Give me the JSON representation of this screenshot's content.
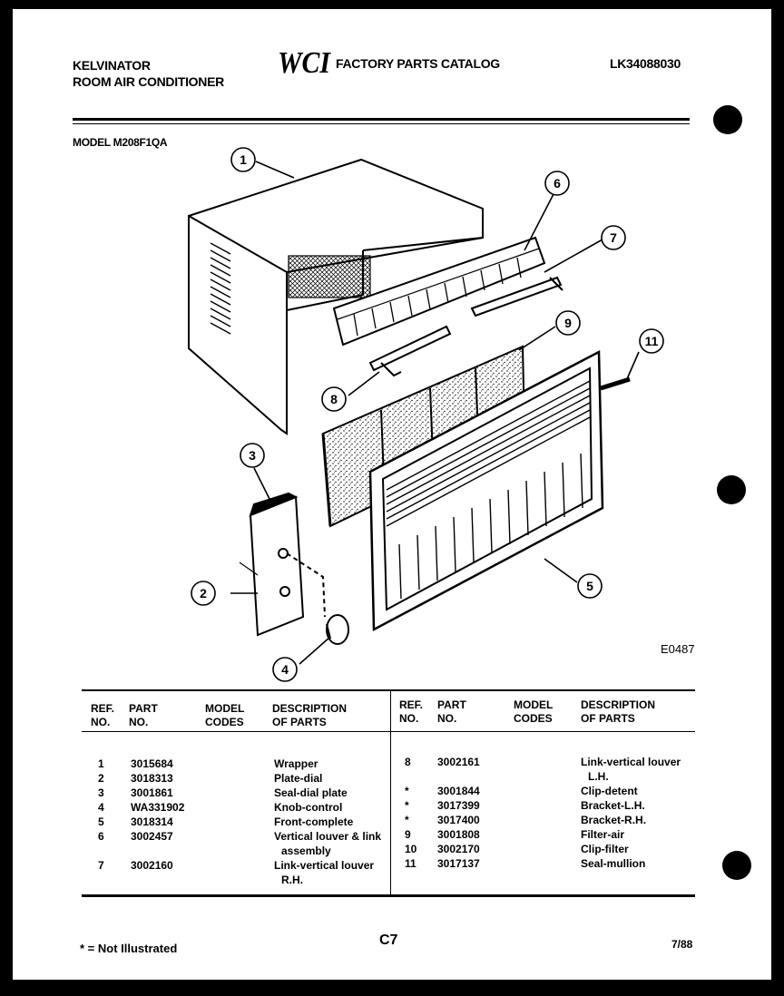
{
  "header": {
    "brand_line1": "KELVINATOR",
    "brand_line2": "ROOM AIR CONDITIONER",
    "logo_text": "WCI",
    "catalog_title": "FACTORY PARTS CATALOG",
    "catalog_code": "LK34088030",
    "model": "MODEL M208F1QA"
  },
  "diagram": {
    "figure_code": "E0487",
    "callouts": [
      "1",
      "2",
      "3",
      "4",
      "5",
      "6",
      "7",
      "8",
      "9",
      "11"
    ]
  },
  "table": {
    "left_headers": {
      "ref": "REF.\nNO.",
      "part": "PART\nNO.",
      "model": "MODEL\nCODES",
      "desc": "DESCRIPTION\nOF PARTS"
    },
    "right_headers": {
      "ref": "REF.\nNO.",
      "part": "PART\nNO.",
      "model": "MODEL\nCODES",
      "desc": "DESCRIPTION\nOF PARTS"
    },
    "left_rows": [
      {
        "ref": "1",
        "part": "3015684",
        "desc": "Wrapper"
      },
      {
        "ref": "2",
        "part": "3018313",
        "desc": "Plate-dial"
      },
      {
        "ref": "3",
        "part": "3001861",
        "desc": "Seal-dial plate"
      },
      {
        "ref": "4",
        "part": "WA331902",
        "desc": "Knob-control"
      },
      {
        "ref": "5",
        "part": "3018314",
        "desc": "Front-complete"
      },
      {
        "ref": "6",
        "part": "3002457",
        "desc": "Vertical louver & link"
      },
      {
        "ref": "",
        "part": "",
        "desc": "assembly"
      },
      {
        "ref": "7",
        "part": "3002160",
        "desc": "Link-vertical louver"
      },
      {
        "ref": "",
        "part": "",
        "desc": "R.H."
      }
    ],
    "right_rows": [
      {
        "ref": "8",
        "part": "3002161",
        "desc": "Link-vertical louver"
      },
      {
        "ref": "",
        "part": "",
        "desc": "L.H."
      },
      {
        "ref": "*",
        "part": "3001844",
        "desc": "Clip-detent"
      },
      {
        "ref": "*",
        "part": "3017399",
        "desc": "Bracket-L.H."
      },
      {
        "ref": "*",
        "part": "3017400",
        "desc": "Bracket-R.H."
      },
      {
        "ref": "9",
        "part": "3001808",
        "desc": "Filter-air"
      },
      {
        "ref": "10",
        "part": "3002170",
        "desc": "Clip-filter"
      },
      {
        "ref": "11",
        "part": "3017137",
        "desc": "Seal-mullion"
      }
    ]
  },
  "footer": {
    "note": "* = Not Illustrated",
    "page": "C7",
    "date": "7/88"
  }
}
